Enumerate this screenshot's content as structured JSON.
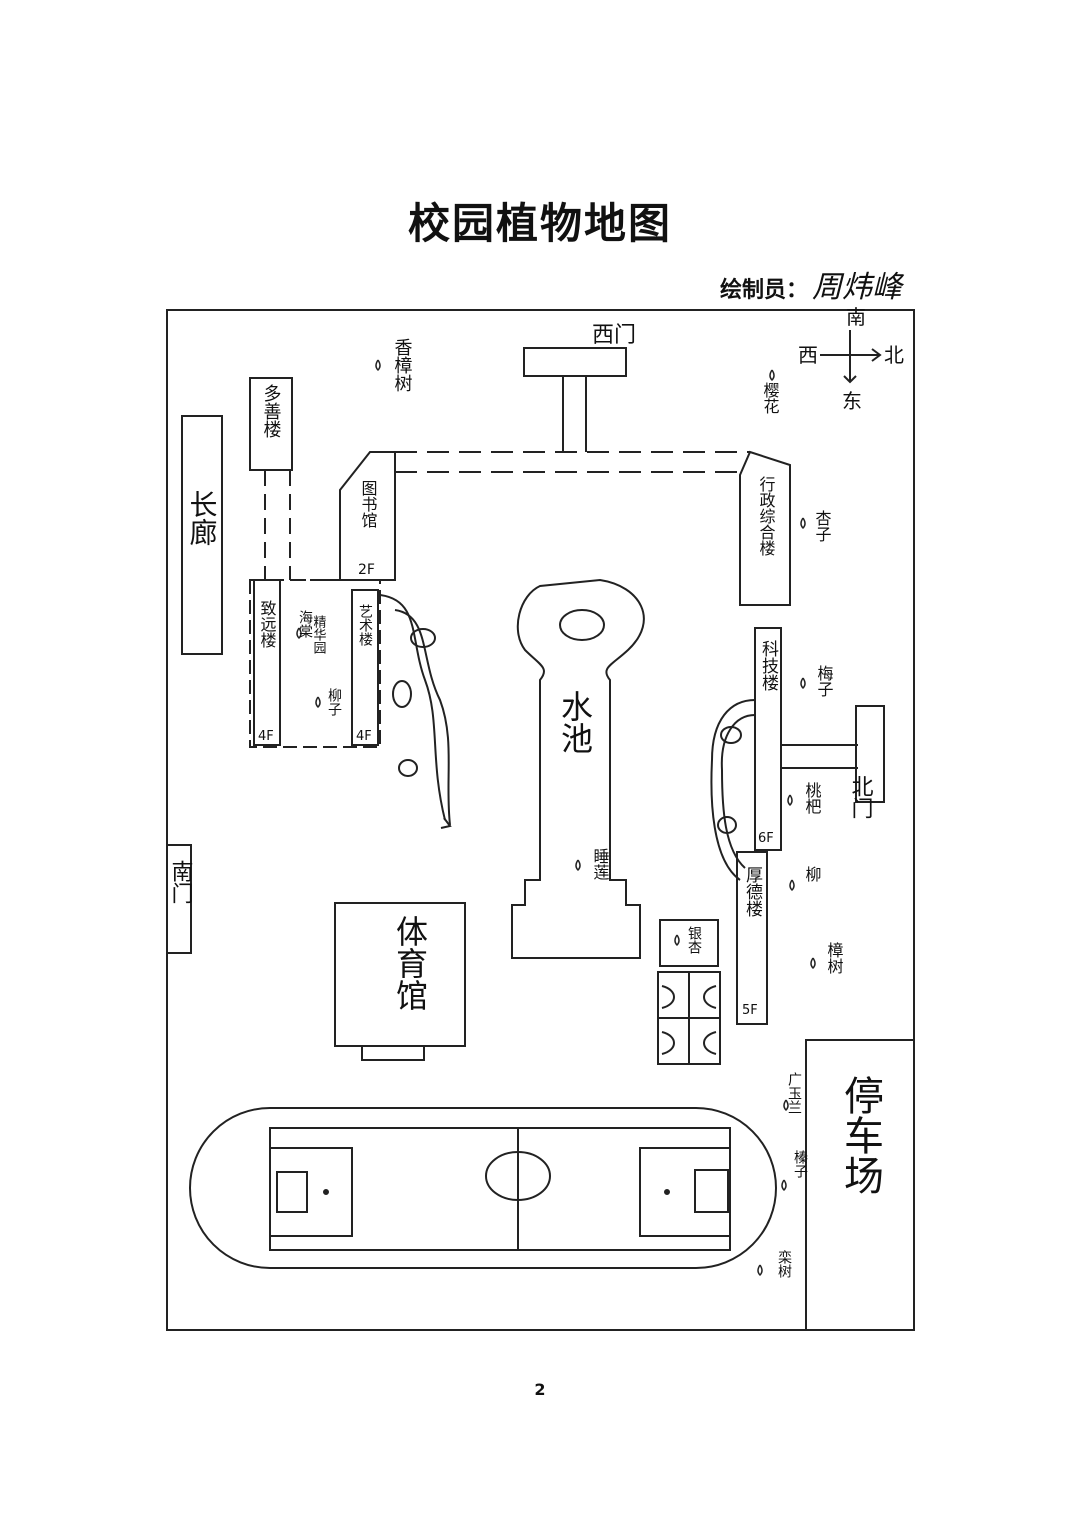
{
  "title": "校园植物地图",
  "author_label": "绘制员：",
  "author_name": "周炜峰",
  "page_number": "2",
  "compass": {
    "north": "北",
    "south": "南",
    "east": "东",
    "west": "西"
  },
  "gates": {
    "west": "西门",
    "north": "北门",
    "south": "南门"
  },
  "buildings": {
    "duoshan": "多善楼",
    "changlang": "长廊",
    "library": "图书馆",
    "library_floor": "2F",
    "zhiyuan": "致远楼",
    "zhiyuan_floor": "4F",
    "yishu": "艺术楼",
    "yishu_floor": "4F",
    "xingzheng": "行政综合楼",
    "keji": "科技楼",
    "keji_floor": "6F",
    "houde": "厚德楼",
    "houde_floor": "5F",
    "gym": "体育馆",
    "pond": "水池",
    "parking": "停车场",
    "garden": "精华园"
  },
  "plants": {
    "xiangzhang": "香樟树",
    "yinghua": "樱花",
    "chazi": "杏子",
    "meizi": "梅子",
    "liuzi": "柳子",
    "haitang": "海棠",
    "taoba": "桃杷",
    "shuilian": "睡莲",
    "yinxing": "银杏",
    "zhangshu": "樟树",
    "yulan": "广玉兰",
    "tiezi": "榛子",
    "lianshu": "栾树",
    "liu": "柳"
  }
}
